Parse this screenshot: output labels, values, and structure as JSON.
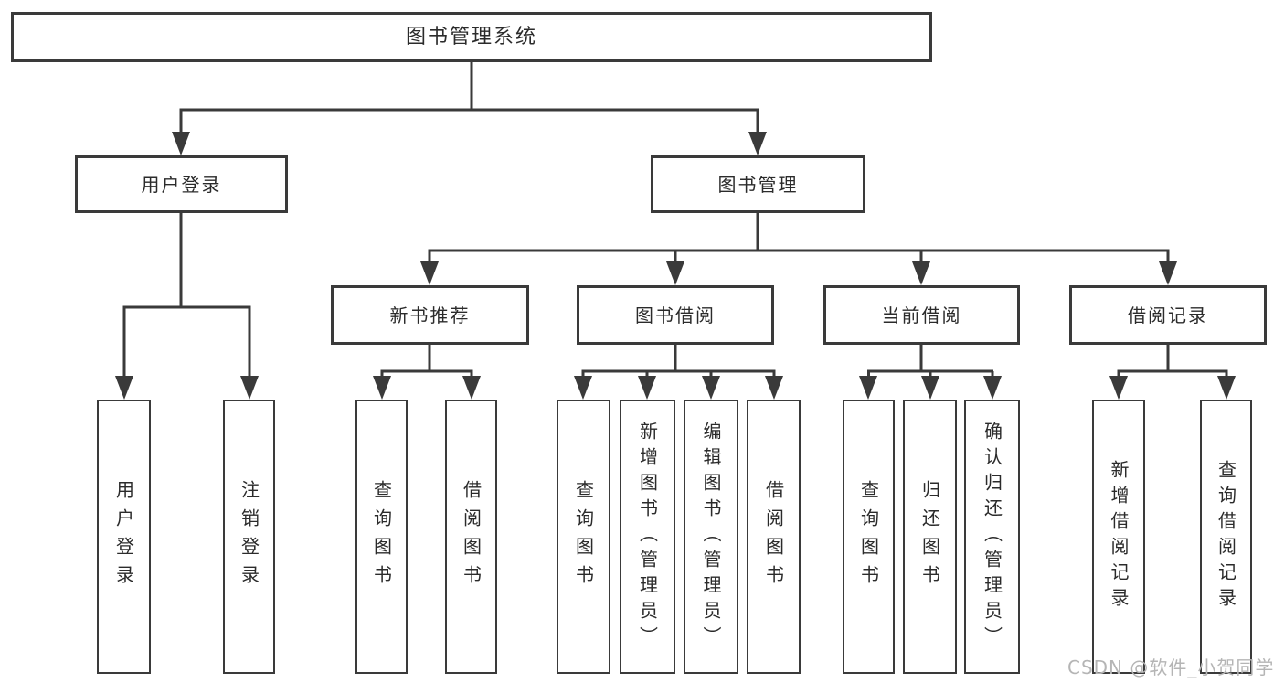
{
  "diagram": {
    "title": "图书管理系统",
    "root": {
      "label": "图书管理系统"
    },
    "level1": [
      {
        "label": "用户登录"
      },
      {
        "label": "图书管理"
      }
    ],
    "level2": [
      {
        "label": "新书推荐",
        "parent": "图书管理"
      },
      {
        "label": "图书借阅",
        "parent": "图书管理"
      },
      {
        "label": "当前借阅",
        "parent": "图书管理"
      },
      {
        "label": "借阅记录",
        "parent": "图书管理"
      }
    ],
    "leaves": [
      {
        "label": "用户登录",
        "parent": "用户登录"
      },
      {
        "label": "注销登录",
        "parent": "用户登录"
      },
      {
        "label": "查询图书",
        "parent": "新书推荐"
      },
      {
        "label": "借阅图书",
        "parent": "新书推荐"
      },
      {
        "label": "查询图书",
        "parent": "图书借阅"
      },
      {
        "label": "新增图书（管理员）",
        "parent": "图书借阅"
      },
      {
        "label": "编辑图书（管理员）",
        "parent": "图书借阅"
      },
      {
        "label": "借阅图书",
        "parent": "图书借阅"
      },
      {
        "label": "查询图书",
        "parent": "当前借阅"
      },
      {
        "label": "归还图书",
        "parent": "当前借阅"
      },
      {
        "label": "确认归还（管理员）",
        "parent": "当前借阅"
      },
      {
        "label": "新增借阅记录",
        "parent": "借阅记录"
      },
      {
        "label": "查询借阅记录",
        "parent": "借阅记录"
      }
    ]
  },
  "watermark": {
    "text": "CSDN @软件_小贺同学"
  },
  "colors": {
    "line": "#3a3a3a",
    "text": "#2b2b2b",
    "background": "#ffffff",
    "watermark": "#b5b5b5"
  }
}
